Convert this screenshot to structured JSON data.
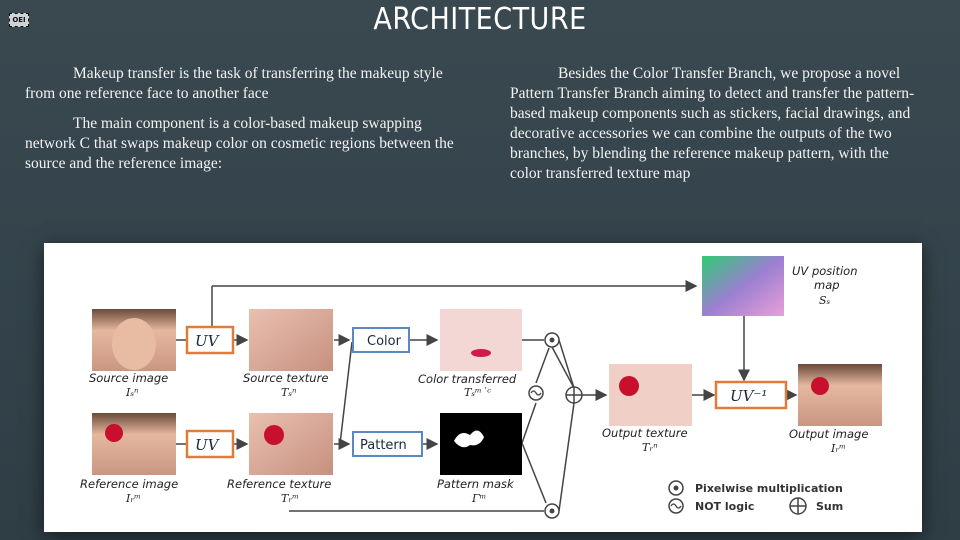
{
  "logo_text": "OEI",
  "title": "ARCHITECTURE",
  "left_column": {
    "p1": "Makeup transfer is the task of transferring the makeup style from one reference face to another face",
    "p2": "The main component is a color-based makeup swapping network C that swaps makeup color on cosmetic regions between the source and the reference image:"
  },
  "right_column": {
    "p1": "Besides the Color Transfer Branch, we propose a novel Pattern Transfer Branch aiming to detect and transfer the pattern-based makeup components such as stickers, facial drawings, and decorative accessories we can combine the outputs of the two branches, by blending the reference makeup pattern, with the color transferred texture map"
  },
  "diagram": {
    "uv_position_map": {
      "line1": "UV position",
      "line2": "map",
      "sym": "Sₛ"
    },
    "source_image": {
      "label": "Source image",
      "sym": "Iₛⁿ"
    },
    "source_texture": {
      "label": "Source texture",
      "sym": "Tₛⁿ"
    },
    "color_transferred": {
      "label": "Color transferred",
      "sym": "Tₛᵐ˙ᶜ"
    },
    "reference_image": {
      "label": "Reference image",
      "sym": "Iᵣᵐ"
    },
    "reference_texture": {
      "label": "Reference texture",
      "sym": "Tᵣᵐ"
    },
    "pattern_mask": {
      "label": "Pattern mask",
      "sym": "Γᵐ"
    },
    "output_texture": {
      "label": "Output texture",
      "sym": "Tᵣⁿ"
    },
    "output_image": {
      "label": "Output image",
      "sym": "Iᵣᵐ"
    },
    "uv_box_label": "UV",
    "uv_inverse_label": "UV⁻¹",
    "color_box": "Color",
    "pattern_box": "Pattern",
    "legend": {
      "mult": "Pixelwise multiplication",
      "not": "NOT logic",
      "sum": "Sum"
    }
  }
}
